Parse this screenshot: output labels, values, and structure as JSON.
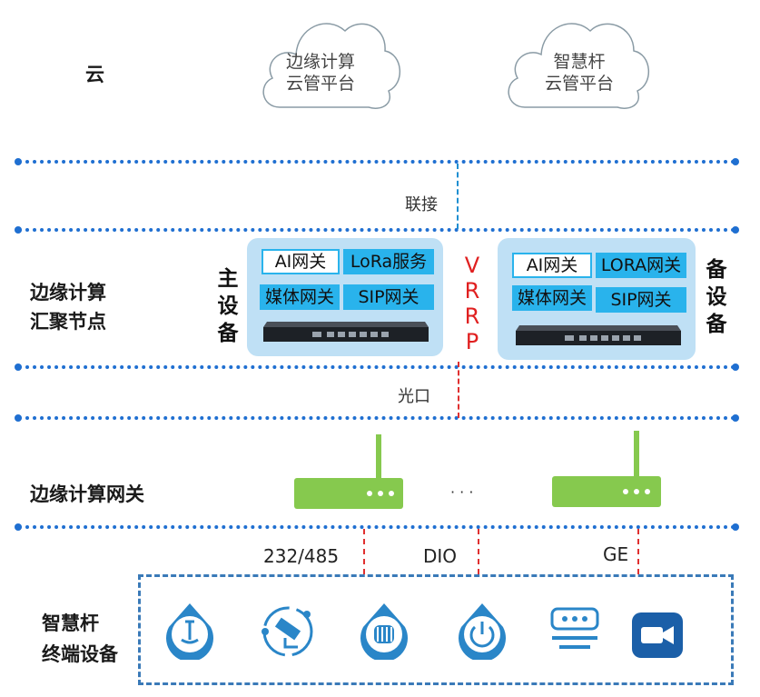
{
  "rows": {
    "cloud": "云",
    "edge_node_line1": "边缘计算",
    "edge_node_line2": "汇聚节点",
    "gateway": "边缘计算网关",
    "terminal_line1": "智慧杆",
    "terminal_line2": "终端设备"
  },
  "clouds": [
    {
      "line1": "边缘计算",
      "line2": "云管平台"
    },
    {
      "line1": "智慧杆",
      "line2": "云管平台"
    }
  ],
  "links": {
    "connect": "联接",
    "fiber": "光口"
  },
  "primary_device": {
    "label": [
      "主",
      "设",
      "备"
    ],
    "modules": [
      "AI网关",
      "LoRa服务",
      "媒体网关",
      "SIP网关"
    ]
  },
  "backup_device": {
    "label": [
      "备",
      "设",
      "备"
    ],
    "modules": [
      "AI网关",
      "LORA网关",
      "媒体网关",
      "SIP网关"
    ]
  },
  "vrrp": [
    "V",
    "R",
    "R",
    "P"
  ],
  "ellipsis": "· · ·",
  "interfaces": [
    "232/485",
    "DIO",
    "GE"
  ],
  "terminal_icons": [
    "lamp-icon",
    "camera-icon",
    "sensor-icon",
    "power-icon",
    "display-icon",
    "video-icon"
  ],
  "colors": {
    "divider": "#1f6fd1",
    "device_box": "#bfe0f5",
    "module": "#29b3ec",
    "router": "#86c94e",
    "vrrp": "#e02020",
    "icon": "#2a86c8"
  }
}
